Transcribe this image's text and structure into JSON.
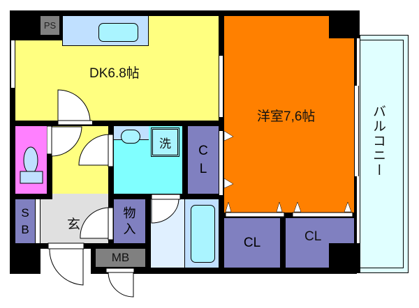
{
  "rooms": {
    "ps": "PS",
    "dk": "DK6.8帖",
    "western": "洋室7,6帖",
    "balcony": "バルコニー",
    "washer": "洗",
    "cl_side": [
      "C",
      "L"
    ],
    "cl_bottom_left": "CL",
    "cl_bottom_right": "CL",
    "sb": [
      "S",
      "B"
    ],
    "entrance": "玄",
    "storage": [
      "物",
      "入"
    ],
    "mb": "MB"
  },
  "colors": {
    "wall": "#000000",
    "dk": "#ffff80",
    "western": "#ff8000",
    "toilet": "#ff80ff",
    "washroom": "#80ffff",
    "closet": "#8080c0",
    "entrance": "#e0e0e0",
    "balcony": "#e0ffff",
    "meter": "#808080"
  }
}
